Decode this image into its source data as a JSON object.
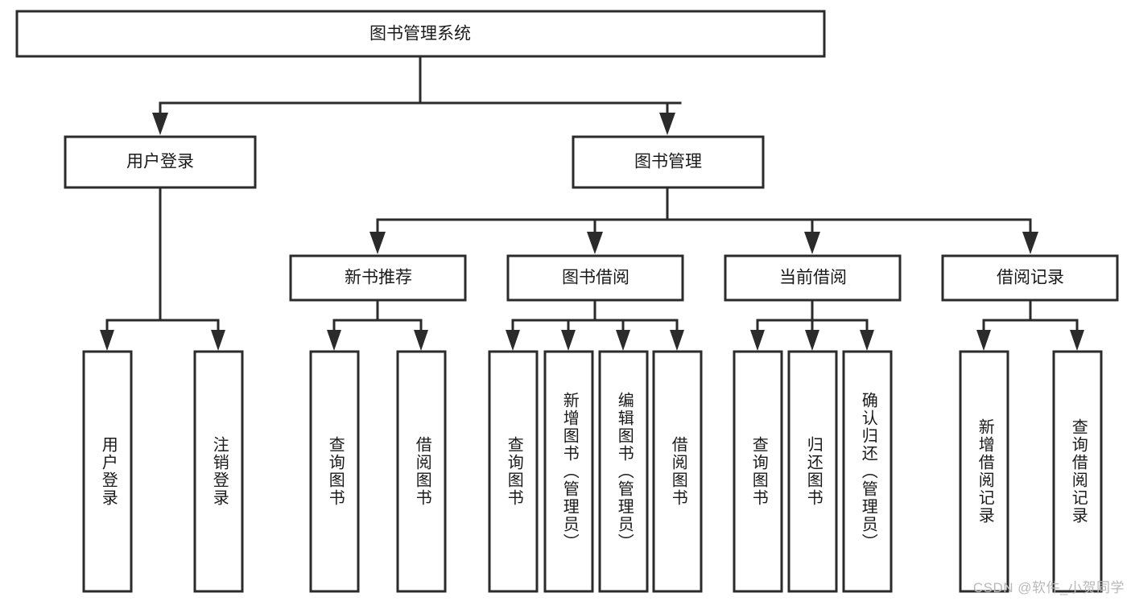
{
  "diagram": {
    "title": "图书管理系统",
    "type": "hierarchy-tree",
    "watermark": "CSDN @软件_小贺同学",
    "colors": {
      "stroke": "#2b2b2b",
      "fill": "#ffffff",
      "text": "#1a1a1a",
      "watermark": "#b9b9b9"
    }
  },
  "nodes": {
    "root": {
      "label": "图书管理系统"
    },
    "level1": [
      {
        "id": "user-login",
        "label": "用户登录"
      },
      {
        "id": "book-management",
        "label": "图书管理"
      }
    ],
    "level2": [
      {
        "id": "new-book-recommend",
        "label": "新书推荐",
        "parent": "book-management"
      },
      {
        "id": "book-borrow",
        "label": "图书借阅",
        "parent": "book-management"
      },
      {
        "id": "current-borrow",
        "label": "当前借阅",
        "parent": "book-management"
      },
      {
        "id": "borrow-record",
        "label": "借阅记录",
        "parent": "book-management"
      }
    ],
    "leaves": [
      {
        "id": "leaf-user-login",
        "label": "用户登录",
        "parent": "user-login"
      },
      {
        "id": "leaf-user-logout",
        "label": "注销登录",
        "parent": "user-login"
      },
      {
        "id": "leaf-query-book-1",
        "label": "查询图书",
        "parent": "new-book-recommend"
      },
      {
        "id": "leaf-borrow-book-1",
        "label": "借阅图书",
        "parent": "new-book-recommend"
      },
      {
        "id": "leaf-query-book-2",
        "label": "查询图书",
        "parent": "book-borrow"
      },
      {
        "id": "leaf-add-book",
        "label": "新增图书（管理员）",
        "parent": "book-borrow"
      },
      {
        "id": "leaf-edit-book",
        "label": "编辑图书（管理员）",
        "parent": "book-borrow"
      },
      {
        "id": "leaf-borrow-book-2",
        "label": "借阅图书",
        "parent": "book-borrow"
      },
      {
        "id": "leaf-query-book-3",
        "label": "查询图书",
        "parent": "current-borrow"
      },
      {
        "id": "leaf-return-book",
        "label": "归还图书",
        "parent": "current-borrow"
      },
      {
        "id": "leaf-confirm-return",
        "label": "确认归还（管理员）",
        "parent": "current-borrow"
      },
      {
        "id": "leaf-add-record",
        "label": "新增借阅记录",
        "parent": "borrow-record"
      },
      {
        "id": "leaf-query-record",
        "label": "查询借阅记录",
        "parent": "borrow-record"
      }
    ]
  }
}
